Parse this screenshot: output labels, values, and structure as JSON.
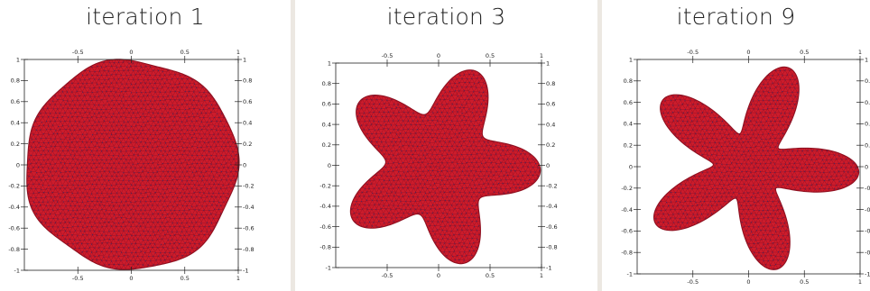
{
  "panels": [
    {
      "title": "iteration 1",
      "shape": "circle",
      "x_ticks": [
        "-0.5",
        "0",
        "0.5",
        "1"
      ],
      "y_ticks": [
        "1",
        "0.8",
        "0.6",
        "0.4",
        "0.2",
        "0",
        "-0.2",
        "-0.4",
        "-0.6",
        "-0.8",
        "-1"
      ],
      "y_ticks_right": [
        "1",
        "0.8",
        "0.6",
        "0.4",
        "0.2",
        "0",
        "-0.2",
        "-0.4",
        "-0.6",
        "-0.8",
        "-1"
      ]
    },
    {
      "title": "iteration 3",
      "shape": "star-mild",
      "x_ticks": [
        "-0.5",
        "0",
        "0.5",
        "1"
      ],
      "y_ticks": [
        "1",
        "0.8",
        "0.6",
        "0.4",
        "0.2",
        "0",
        "-0.2",
        "-0.4",
        "-0.6",
        "-0.8",
        "-1"
      ],
      "y_ticks_right": [
        "1",
        "0.8",
        "0.6",
        "0.4",
        "0.2",
        "0",
        "-0.2",
        "-0.4",
        "-0.6",
        "-0.8",
        "-1"
      ]
    },
    {
      "title": "iteration 9",
      "shape": "star-deep",
      "x_ticks": [
        "-0.5",
        "0",
        "0.5",
        "1"
      ],
      "y_ticks": [
        "1",
        "0.8",
        "0.6",
        "0.4",
        "0.2",
        "0",
        "-0.2",
        "-0.4",
        "-0.6",
        "-0.8",
        "-1"
      ],
      "y_ticks_right": [
        "1",
        "0.8",
        "0.6",
        "0.4",
        "0.2",
        "0",
        "-0.2",
        "-0.4",
        "-0.6",
        "-0.8",
        "-1"
      ]
    }
  ],
  "colors": {
    "mesh_fill": "#cc1c2c",
    "mesh_edge": "#8f1020",
    "mesh_node": "#2a2b78",
    "axis": "#222222",
    "separator": "#ece8e2"
  }
}
